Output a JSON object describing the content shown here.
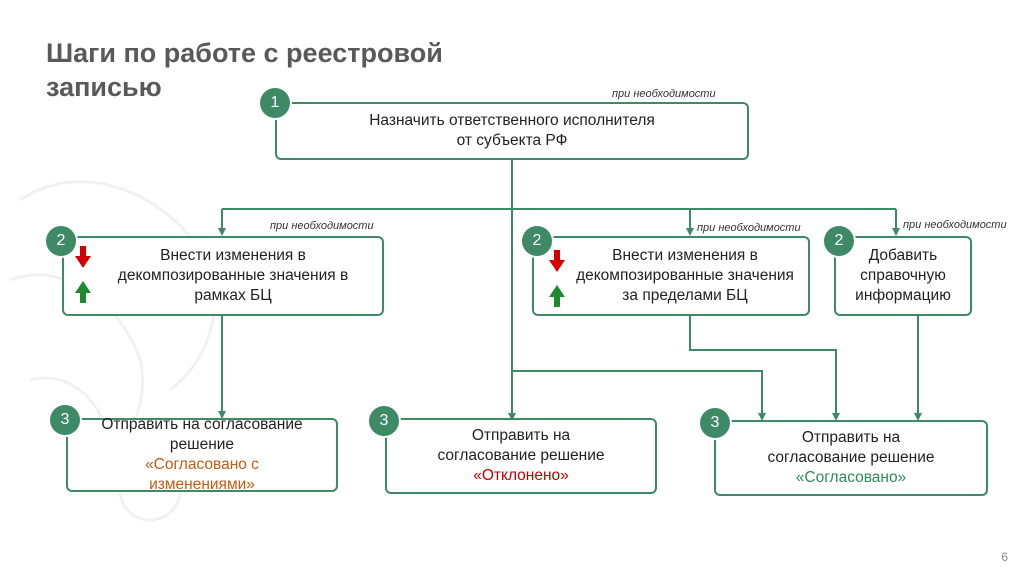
{
  "title": "Шаги по работе с реестровой записью",
  "notes": {
    "top": "при необходимости",
    "left": "при необходимости",
    "middle": "при необходимости",
    "right": "при необходимости"
  },
  "step1": {
    "badge": "1",
    "line1": "Назначить ответственного исполнителя",
    "line2": "от субъекта РФ"
  },
  "step2_left": {
    "badge": "2",
    "line1": "Внести изменения в",
    "line2": "декомпозированные значения в",
    "line3": "рамках БЦ"
  },
  "step2_mid": {
    "badge": "2",
    "line1": "Внести изменения в",
    "line2": "декомпозированные значения",
    "line3": "за пределами БЦ"
  },
  "step2_right": {
    "badge": "2",
    "line1": "Добавить",
    "line2": "справочную",
    "line3": "информацию"
  },
  "step3_left": {
    "badge": "3",
    "line1": "Отправить на согласование",
    "line2": "решение",
    "status1": "«Согласовано с",
    "status2": "изменениями»"
  },
  "step3_mid": {
    "badge": "3",
    "line1": "Отправить на",
    "line2": "согласование решение",
    "status": "«Отклонено»"
  },
  "step3_right": {
    "badge": "3",
    "line1": "Отправить на",
    "line2": "согласование решение",
    "status": "«Согласовано»"
  },
  "colors": {
    "accent": "#3e8a66",
    "up_arrow": "#1e8a2e",
    "down_arrow": "#d40000",
    "status_orange": "#c55a11",
    "status_red": "#c00000",
    "status_green": "#2e8b57"
  },
  "icons": [
    "arrow-down-icon",
    "arrow-up-icon"
  ],
  "page_number": "6"
}
